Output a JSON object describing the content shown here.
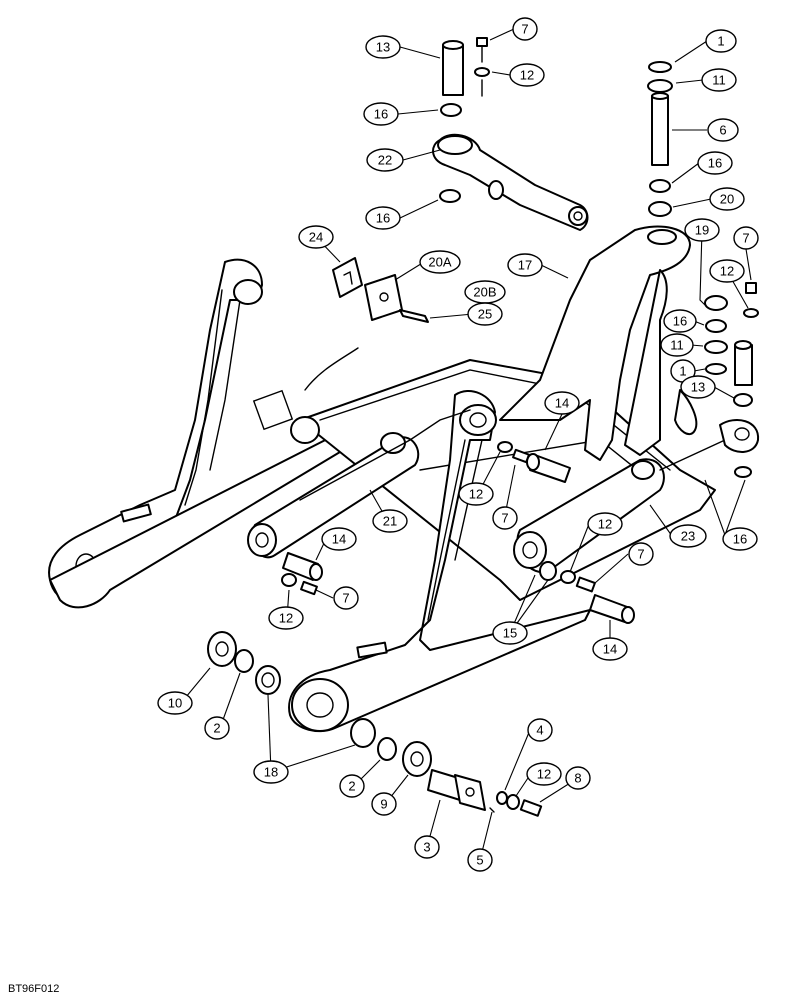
{
  "figure_code": "BT96F012",
  "callouts": [
    {
      "id": "c1a",
      "label": "1"
    },
    {
      "id": "c11a",
      "label": "11"
    },
    {
      "id": "c6",
      "label": "6"
    },
    {
      "id": "c16a",
      "label": "16"
    },
    {
      "id": "c20",
      "label": "20"
    },
    {
      "id": "c7a",
      "label": "7"
    },
    {
      "id": "c12a",
      "label": "12"
    },
    {
      "id": "c13a",
      "label": "13"
    },
    {
      "id": "c16b",
      "label": "16"
    },
    {
      "id": "c22",
      "label": "22"
    },
    {
      "id": "c16c",
      "label": "16"
    },
    {
      "id": "c24",
      "label": "24"
    },
    {
      "id": "c20A",
      "label": "20A"
    },
    {
      "id": "c17",
      "label": "17"
    },
    {
      "id": "c19",
      "label": "19"
    },
    {
      "id": "c7b",
      "label": "7"
    },
    {
      "id": "c12b",
      "label": "12"
    },
    {
      "id": "c20B",
      "label": "20B"
    },
    {
      "id": "c25",
      "label": "25"
    },
    {
      "id": "c16d",
      "label": "16"
    },
    {
      "id": "c11b",
      "label": "11"
    },
    {
      "id": "c1b",
      "label": "1"
    },
    {
      "id": "c13b",
      "label": "13"
    },
    {
      "id": "c14a",
      "label": "14"
    },
    {
      "id": "c12c",
      "label": "12"
    },
    {
      "id": "c7c",
      "label": "7"
    },
    {
      "id": "c21",
      "label": "21"
    },
    {
      "id": "c23",
      "label": "23"
    },
    {
      "id": "c16e",
      "label": "16"
    },
    {
      "id": "c14b",
      "label": "14"
    },
    {
      "id": "c12d",
      "label": "12"
    },
    {
      "id": "c7d",
      "label": "7"
    },
    {
      "id": "c12e",
      "label": "12"
    },
    {
      "id": "c7e",
      "label": "7"
    },
    {
      "id": "c15",
      "label": "15"
    },
    {
      "id": "c14c",
      "label": "14"
    },
    {
      "id": "c10",
      "label": "10"
    },
    {
      "id": "c2a",
      "label": "2"
    },
    {
      "id": "c18",
      "label": "18"
    },
    {
      "id": "c4",
      "label": "4"
    },
    {
      "id": "c12f",
      "label": "12"
    },
    {
      "id": "c8",
      "label": "8"
    },
    {
      "id": "c2b",
      "label": "2"
    },
    {
      "id": "c9",
      "label": "9"
    },
    {
      "id": "c3",
      "label": "3"
    },
    {
      "id": "c5",
      "label": "5"
    }
  ]
}
